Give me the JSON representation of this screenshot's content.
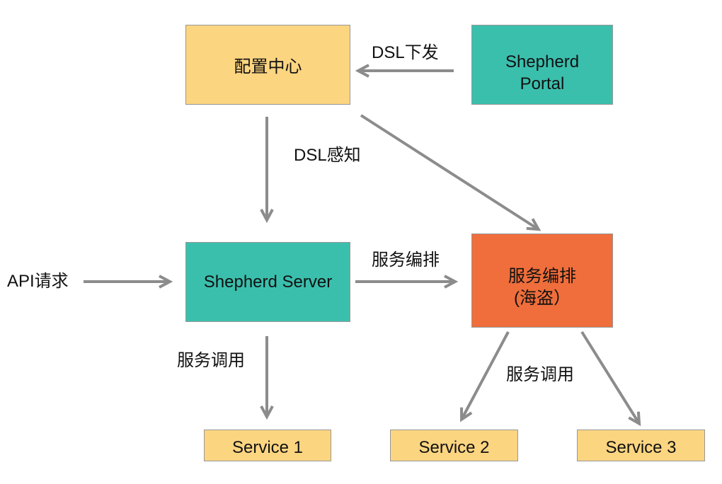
{
  "diagram": {
    "nodes": {
      "config_center": {
        "label": "配置中心"
      },
      "portal": {
        "line1": "Shepherd",
        "line2": "Portal"
      },
      "server": {
        "label": "Shepherd Server"
      },
      "orchestration": {
        "line1": "服务编排",
        "line2": "(海盗）"
      },
      "service_1": {
        "label": "Service 1"
      },
      "service_2": {
        "label": "Service 2"
      },
      "service_3": {
        "label": "Service 3"
      }
    },
    "edge_labels": {
      "dsl_push": "DSL下发",
      "dsl_sense": "DSL感知",
      "api_request": "API请求",
      "orchestrate": "服务编排",
      "invoke_left": "服务调用",
      "invoke_right": "服务调用"
    }
  },
  "colors": {
    "yellow_node": "#FCD581",
    "teal_node": "#3BBFAD",
    "orange_node": "#EF6E3B",
    "arrow": "#8C8C8C",
    "node_border": "#979797",
    "text": "#111111"
  }
}
